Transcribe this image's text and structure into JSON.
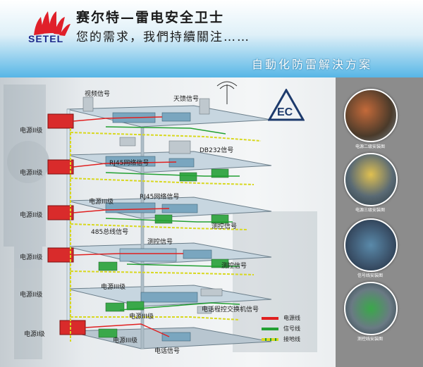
{
  "header": {
    "brand": "SETEL",
    "tagline_line1": "赛尔特—雷电安全卫士",
    "tagline_line2": "您的需求，我們持續關注……",
    "solution_title": "自動化防雷解決方案"
  },
  "building_labels": {
    "video_signal": "视频信号",
    "feeder_signal": "天馈信号",
    "db232_signal": "DB232信号",
    "rj45_signal_top": "RJ45网络信号",
    "rj45_signal_mid": "RJ45网络信号",
    "power_ii_floor": "电源III级",
    "bus_485_signal": "485总线信号",
    "monitor_signal_a": "测控信号",
    "monitor_signal_b": "测控信号",
    "monitor_signal_c": "测控信号",
    "power_iii_lower": "电源III级",
    "power_iii_basement": "电源III级",
    "power_iii_ground": "电源III级",
    "pbx_signal": "电话程控交换机信号",
    "phone_signal": "电话信号"
  },
  "power_labels": [
    "电源II级",
    "电源II级",
    "电源II级",
    "电源II级",
    "电源II级",
    "电源I级"
  ],
  "legend": {
    "power_line": "电源线",
    "signal_line": "信号线",
    "ground_line": "接地线"
  },
  "thumbnails": [
    {
      "caption": "电源二级安装图"
    },
    {
      "caption": "电源三级安装图"
    },
    {
      "caption": "信号线安装图"
    },
    {
      "caption": "测控线安装图"
    }
  ],
  "colors": {
    "power_line": "#e02020",
    "signal_line": "#22a033",
    "ground_line": "#d8d820",
    "brand_blue": "#1d2a8c",
    "logo_red": "#e0202a"
  }
}
